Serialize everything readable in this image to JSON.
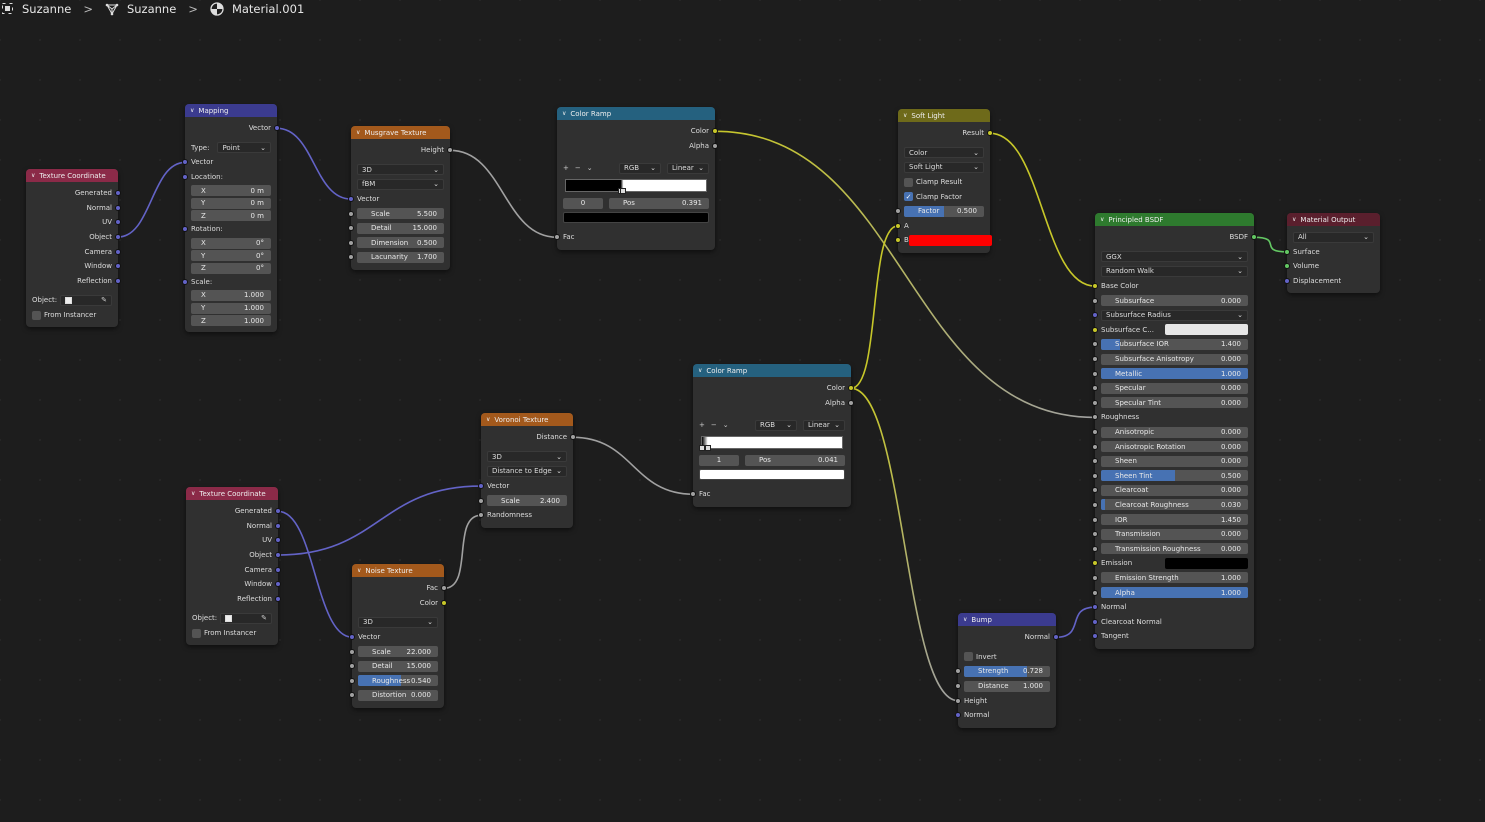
{
  "breadcrumb": [
    {
      "label": "Suzanne",
      "icon": "object-icon"
    },
    {
      "label": "Suzanne",
      "icon": "mesh-icon"
    },
    {
      "label": "Material.001",
      "icon": "material-icon"
    }
  ],
  "colors": {
    "vector": "#6363c7",
    "float": "#a1a1a1",
    "color": "#c7c729",
    "shader": "#63c763",
    "accent": "#4772b3"
  },
  "nodes": [
    {
      "id": "tc1",
      "title": "Texture Coordinate",
      "hdr": "#8b2a48",
      "rows": [
        {
          "k": "out",
          "label": "Generated",
          "s": "vector"
        },
        {
          "k": "out",
          "label": "Normal",
          "s": "vector"
        },
        {
          "k": "out",
          "label": "UV",
          "s": "vector"
        },
        {
          "k": "out",
          "label": "Object",
          "s": "vector"
        },
        {
          "k": "out",
          "label": "Camera",
          "s": "vector"
        },
        {
          "k": "out",
          "label": "Window",
          "s": "vector"
        },
        {
          "k": "out",
          "label": "Reflection",
          "s": "vector"
        },
        {
          "k": "gap-s"
        },
        {
          "k": "objpick",
          "label": "Object:"
        },
        {
          "k": "check",
          "label": "From Instancer",
          "on": false
        }
      ]
    },
    {
      "id": "mapping",
      "title": "Mapping",
      "hdr": "#3b3b8f",
      "rows": [
        {
          "k": "out",
          "label": "Vector",
          "s": "vector"
        },
        {
          "k": "gap-s"
        },
        {
          "k": "labsel",
          "label": "Type:",
          "value": "Point"
        },
        {
          "k": "in",
          "label": "Vector",
          "s": "vector"
        },
        {
          "k": "in",
          "label": "Location:",
          "s": "vector"
        },
        {
          "k": "xyz",
          "label": "X",
          "value": "0 m"
        },
        {
          "k": "xyz",
          "label": "Y",
          "value": "0 m"
        },
        {
          "k": "xyz",
          "label": "Z",
          "value": "0 m"
        },
        {
          "k": "in",
          "label": "Rotation:",
          "s": "vector"
        },
        {
          "k": "xyz",
          "label": "X",
          "value": "0°"
        },
        {
          "k": "xyz",
          "label": "Y",
          "value": "0°"
        },
        {
          "k": "xyz",
          "label": "Z",
          "value": "0°"
        },
        {
          "k": "in",
          "label": "Scale:",
          "s": "vector"
        },
        {
          "k": "xyz",
          "label": "X",
          "value": "1.000"
        },
        {
          "k": "xyz",
          "label": "Y",
          "value": "1.000"
        },
        {
          "k": "xyz",
          "label": "Z",
          "value": "1.000"
        }
      ]
    },
    {
      "id": "musgrave",
      "title": "Musgrave Texture",
      "hdr": "#a3591c",
      "rows": [
        {
          "k": "out",
          "label": "Height",
          "s": "float"
        },
        {
          "k": "gap-s"
        },
        {
          "k": "select",
          "value": "3D"
        },
        {
          "k": "select",
          "value": "fBM"
        },
        {
          "k": "in",
          "label": "Vector",
          "s": "vector"
        },
        {
          "k": "field",
          "label": "Scale",
          "value": "5.500",
          "s": "float"
        },
        {
          "k": "field",
          "label": "Detail",
          "value": "15.000",
          "s": "float"
        },
        {
          "k": "field",
          "label": "Dimension",
          "value": "0.500",
          "s": "float"
        },
        {
          "k": "field",
          "label": "Lacunarity",
          "value": "1.700",
          "s": "float"
        }
      ]
    },
    {
      "id": "ramp1",
      "title": "Color Ramp",
      "hdr": "#25617f",
      "rows": [
        {
          "k": "out",
          "label": "Color",
          "s": "color"
        },
        {
          "k": "out",
          "label": "Alpha",
          "s": "float"
        },
        {
          "k": "gap-m"
        },
        {
          "k": "ramp",
          "mode": "RGB",
          "interp": "Linear",
          "index": "0",
          "pos": "0.391",
          "active": "#000000",
          "stops": [
            {
              "pos": 0.391,
              "color": "#000000"
            },
            {
              "pos": 0.41,
              "color": "#ffffff"
            }
          ]
        },
        {
          "k": "in",
          "label": "Fac",
          "s": "float"
        }
      ]
    },
    {
      "id": "softlight",
      "title": "Soft Light",
      "hdr": "#6e6a1a",
      "rows": [
        {
          "k": "out",
          "label": "Result",
          "s": "color"
        },
        {
          "k": "gap-s"
        },
        {
          "k": "select",
          "value": "Color"
        },
        {
          "k": "select",
          "value": "Soft Light"
        },
        {
          "k": "check",
          "label": "Clamp Result",
          "on": false
        },
        {
          "k": "check",
          "label": "Clamp Factor",
          "on": true
        },
        {
          "k": "field",
          "label": "Factor",
          "value": "0.500",
          "s": "float",
          "fill": 0.5
        },
        {
          "k": "in",
          "label": "A",
          "s": "color"
        },
        {
          "k": "colorfield",
          "label": "B",
          "s": "color",
          "color": "#ff0000"
        }
      ]
    },
    {
      "id": "bsdf",
      "title": "Principled BSDF",
      "hdr": "#2e7a2e",
      "rows": [
        {
          "k": "out",
          "label": "BSDF",
          "s": "shader"
        },
        {
          "k": "gap-s"
        },
        {
          "k": "select",
          "value": "GGX"
        },
        {
          "k": "select",
          "value": "Random Walk"
        },
        {
          "k": "in",
          "label": "Base Color",
          "s": "color"
        },
        {
          "k": "field",
          "label": "Subsurface",
          "value": "0.000",
          "s": "float"
        },
        {
          "k": "select",
          "value": "Subsurface Radius",
          "s": "vector"
        },
        {
          "k": "colorfield",
          "label": "Subsurface C...",
          "s": "color",
          "color": "#e6e6e6"
        },
        {
          "k": "field",
          "label": "Subsurface IOR",
          "value": "1.400",
          "s": "float",
          "fill": 0.13
        },
        {
          "k": "field",
          "label": "Subsurface Anisotropy",
          "value": "0.000",
          "s": "float"
        },
        {
          "k": "field",
          "label": "Metallic",
          "value": "1.000",
          "s": "float",
          "fill": 1
        },
        {
          "k": "field",
          "label": "Specular",
          "value": "0.000",
          "s": "float"
        },
        {
          "k": "field",
          "label": "Specular Tint",
          "value": "0.000",
          "s": "float"
        },
        {
          "k": "in",
          "label": "Roughness",
          "s": "float"
        },
        {
          "k": "field",
          "label": "Anisotropic",
          "value": "0.000",
          "s": "float"
        },
        {
          "k": "field",
          "label": "Anisotropic Rotation",
          "value": "0.000",
          "s": "float"
        },
        {
          "k": "field",
          "label": "Sheen",
          "value": "0.000",
          "s": "float"
        },
        {
          "k": "field",
          "label": "Sheen Tint",
          "value": "0.500",
          "s": "float",
          "fill": 0.5
        },
        {
          "k": "field",
          "label": "Clearcoat",
          "value": "0.000",
          "s": "float"
        },
        {
          "k": "field",
          "label": "Clearcoat Roughness",
          "value": "0.030",
          "s": "float",
          "fill": 0.03
        },
        {
          "k": "field",
          "label": "IOR",
          "value": "1.450",
          "s": "float"
        },
        {
          "k": "field",
          "label": "Transmission",
          "value": "0.000",
          "s": "float"
        },
        {
          "k": "field",
          "label": "Transmission Roughness",
          "value": "0.000",
          "s": "float"
        },
        {
          "k": "colorfield",
          "label": "Emission",
          "s": "color",
          "color": "#000000"
        },
        {
          "k": "field",
          "label": "Emission Strength",
          "value": "1.000",
          "s": "float"
        },
        {
          "k": "field",
          "label": "Alpha",
          "value": "1.000",
          "s": "float",
          "fill": 1
        },
        {
          "k": "in",
          "label": "Normal",
          "s": "vector"
        },
        {
          "k": "in",
          "label": "Clearcoat Normal",
          "s": "vector"
        },
        {
          "k": "in",
          "label": "Tangent",
          "s": "vector"
        }
      ]
    },
    {
      "id": "matout",
      "title": "Material Output",
      "hdr": "#5a1f2d",
      "rows": [
        {
          "k": "select",
          "value": "All"
        },
        {
          "k": "in",
          "label": "Surface",
          "s": "shader"
        },
        {
          "k": "in",
          "label": "Volume",
          "s": "shader"
        },
        {
          "k": "in",
          "label": "Displacement",
          "s": "vector"
        }
      ]
    },
    {
      "id": "ramp2",
      "title": "Color Ramp",
      "hdr": "#25617f",
      "rows": [
        {
          "k": "out",
          "label": "Color",
          "s": "color"
        },
        {
          "k": "out",
          "label": "Alpha",
          "s": "float"
        },
        {
          "k": "gap-m"
        },
        {
          "k": "ramp",
          "mode": "RGB",
          "interp": "Linear",
          "index": "1",
          "pos": "0.041",
          "active": "#ffffff",
          "stops": [
            {
              "pos": 0.0,
              "color": "#000000"
            },
            {
              "pos": 0.041,
              "color": "#ffffff"
            }
          ]
        },
        {
          "k": "in",
          "label": "Fac",
          "s": "float"
        }
      ]
    },
    {
      "id": "voronoi",
      "title": "Voronoi Texture",
      "hdr": "#a3591c",
      "rows": [
        {
          "k": "out",
          "label": "Distance",
          "s": "float"
        },
        {
          "k": "gap-s"
        },
        {
          "k": "select",
          "value": "3D"
        },
        {
          "k": "select",
          "value": "Distance to Edge"
        },
        {
          "k": "in",
          "label": "Vector",
          "s": "vector"
        },
        {
          "k": "field",
          "label": "Scale",
          "value": "2.400",
          "s": "float"
        },
        {
          "k": "in",
          "label": "Randomness",
          "s": "float"
        }
      ]
    },
    {
      "id": "tc2",
      "title": "Texture Coordinate",
      "hdr": "#8b2a48",
      "rows": [
        {
          "k": "out",
          "label": "Generated",
          "s": "vector"
        },
        {
          "k": "out",
          "label": "Normal",
          "s": "vector"
        },
        {
          "k": "out",
          "label": "UV",
          "s": "vector"
        },
        {
          "k": "out",
          "label": "Object",
          "s": "vector"
        },
        {
          "k": "out",
          "label": "Camera",
          "s": "vector"
        },
        {
          "k": "out",
          "label": "Window",
          "s": "vector"
        },
        {
          "k": "out",
          "label": "Reflection",
          "s": "vector"
        },
        {
          "k": "gap-s"
        },
        {
          "k": "objpick",
          "label": "Object:"
        },
        {
          "k": "check",
          "label": "From Instancer",
          "on": false
        }
      ]
    },
    {
      "id": "noise",
      "title": "Noise Texture",
      "hdr": "#a3591c",
      "rows": [
        {
          "k": "out",
          "label": "Fac",
          "s": "float"
        },
        {
          "k": "out",
          "label": "Color",
          "s": "color"
        },
        {
          "k": "gap-s"
        },
        {
          "k": "select",
          "value": "3D"
        },
        {
          "k": "in",
          "label": "Vector",
          "s": "vector"
        },
        {
          "k": "field",
          "label": "Scale",
          "value": "22.000",
          "s": "float"
        },
        {
          "k": "field",
          "label": "Detail",
          "value": "15.000",
          "s": "float"
        },
        {
          "k": "field",
          "label": "Roughness",
          "value": "0.540",
          "s": "float",
          "fill": 0.54
        },
        {
          "k": "field",
          "label": "Distortion",
          "value": "0.000",
          "s": "float"
        }
      ]
    },
    {
      "id": "bump",
      "title": "Bump",
      "hdr": "#3b3b8f",
      "rows": [
        {
          "k": "out",
          "label": "Normal",
          "s": "vector"
        },
        {
          "k": "gap-s"
        },
        {
          "k": "check",
          "label": "Invert",
          "on": false
        },
        {
          "k": "field",
          "label": "Strength",
          "value": "0.728",
          "s": "float",
          "fill": 0.728
        },
        {
          "k": "field",
          "label": "Distance",
          "value": "1.000",
          "s": "float"
        },
        {
          "k": "in",
          "label": "Height",
          "s": "float"
        },
        {
          "k": "in",
          "label": "Normal",
          "s": "vector"
        }
      ]
    }
  ],
  "links": [
    [
      "tc1",
      "Object",
      "mapping",
      "Vector"
    ],
    [
      "mapping",
      "Vector",
      "musgrave",
      "Vector"
    ],
    [
      "musgrave",
      "Height",
      "ramp1",
      "Fac"
    ],
    [
      "ramp1",
      "Color",
      "bsdf",
      "Roughness"
    ],
    [
      "ramp2",
      "Color",
      "softlight",
      "A"
    ],
    [
      "ramp2",
      "Color",
      "bump",
      "Height"
    ],
    [
      "softlight",
      "Result",
      "bsdf",
      "Base Color"
    ],
    [
      "bsdf",
      "BSDF",
      "matout",
      "Surface"
    ],
    [
      "voronoi",
      "Distance",
      "ramp2",
      "Fac"
    ],
    [
      "tc2",
      "Object",
      "voronoi",
      "Vector"
    ],
    [
      "tc2",
      "Generated",
      "noise",
      "Vector"
    ],
    [
      "noise",
      "Fac",
      "voronoi",
      "Randomness"
    ],
    [
      "bump",
      "Normal",
      "bsdf",
      "Normal"
    ]
  ]
}
